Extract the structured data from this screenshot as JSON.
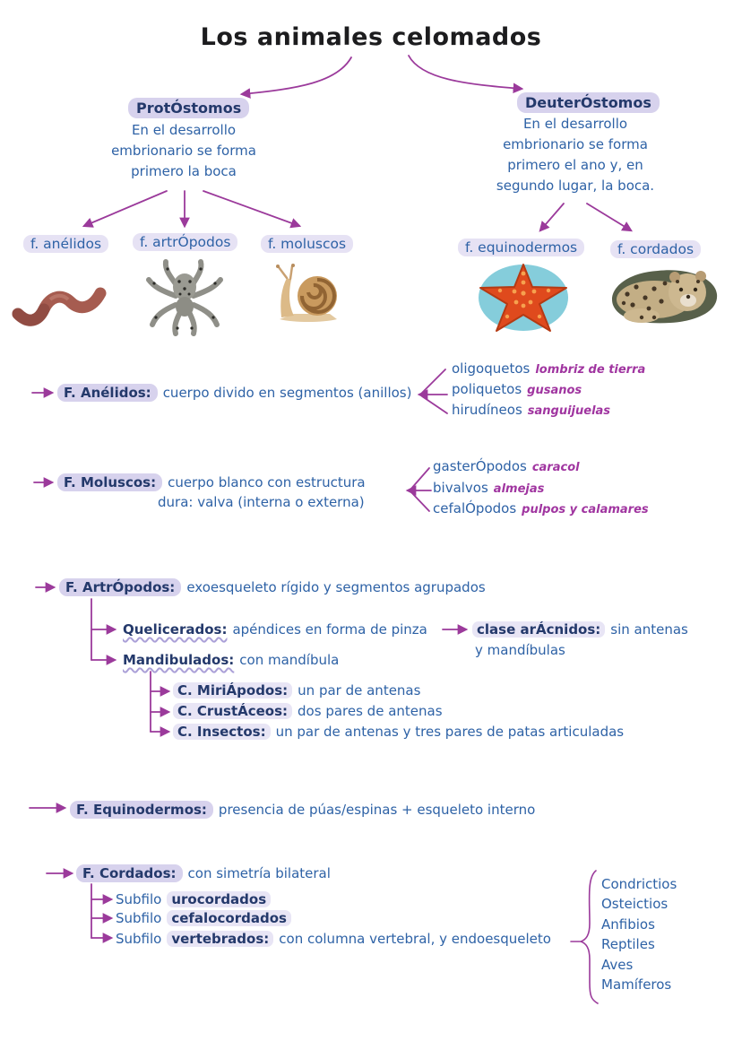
{
  "title": "Los animales celomados",
  "colors": {
    "ink_blue": "#2e62a6",
    "ink_navy": "#24396b",
    "highlight_lavender": "#b9aedd",
    "accent_purple": "#9b3a9b",
    "title_black": "#1c1c1e"
  },
  "branches": {
    "protostomos": {
      "label": "ProtÓstomos",
      "description": "En el desarrollo embrionario se forma primero la boca"
    },
    "deuterostomos": {
      "label": "DeuterÓstomos",
      "description": "En el desarrollo embrionario se forma primero el ano y, en segundo lugar, la boca."
    }
  },
  "phyla": [
    {
      "label": "f. anélidos",
      "image": "earthworm"
    },
    {
      "label": "f. artrÓpodos",
      "image": "spider"
    },
    {
      "label": "f. moluscos",
      "image": "snail"
    },
    {
      "label": "f. equinodermos",
      "image": "starfish"
    },
    {
      "label": "f. cordados",
      "image": "leopard"
    }
  ],
  "sections": {
    "anelidos": {
      "header": "F. Anélidos:",
      "body": "cuerpo divido en segmentos (anillos)",
      "classes": [
        {
          "name": "oligoquetos",
          "example": "lombriz de tierra"
        },
        {
          "name": "poliquetos",
          "example": "gusanos"
        },
        {
          "name": "hirudíneos",
          "example": "sanguijuelas"
        }
      ]
    },
    "moluscos": {
      "header": "F. Moluscos:",
      "body_line1": "cuerpo blanco con estructura",
      "body_line2": "dura: valva (interna o externa)",
      "classes": [
        {
          "name": "gasterÓpodos",
          "example": "caracol"
        },
        {
          "name": "bivalvos",
          "example": "almejas"
        },
        {
          "name": "cefalÓpodos",
          "example": "pulpos y calamares"
        }
      ]
    },
    "artropodos": {
      "header": "F. ArtrÓpodos:",
      "body": "exoesqueleto rígido y segmentos agrupados",
      "quelicerados_name": "Quelicerados:",
      "quelicerados_body": "apéndices en forma de pinza",
      "aracnidos_name": "clase arÁcnidos:",
      "aracnidos_body_line1": "sin antenas",
      "aracnidos_body_line2": "y mandíbulas",
      "mandibulados_name": "Mandibulados:",
      "mandibulados_body": "con mandíbula",
      "classes": [
        {
          "name": "C. MiriÁpodos:",
          "body": "un par de antenas"
        },
        {
          "name": "C. CrustÁceos:",
          "body": "dos pares de antenas"
        },
        {
          "name": "C. Insectos:",
          "body": "un par de antenas y tres pares de patas articuladas"
        }
      ]
    },
    "equinodermos": {
      "header": "F. Equinodermos:",
      "body": "presencia de púas/espinas + esqueleto interno"
    },
    "cordados": {
      "header": "F. Cordados:",
      "body": "con simetría bilateral",
      "subphyla": [
        {
          "prefix": "Subfilo",
          "name": "urocordados",
          "rest": ""
        },
        {
          "prefix": "Subfilo",
          "name": "cefalocordados",
          "rest": ""
        },
        {
          "prefix": "Subfilo",
          "name": "vertebrados:",
          "rest": "con columna vertebral, y endoesqueleto"
        }
      ],
      "vertebrate_groups": [
        "Condrictios",
        "Osteictios",
        "Anfibios",
        "Reptiles",
        "Aves",
        "Mamíferos"
      ]
    }
  }
}
